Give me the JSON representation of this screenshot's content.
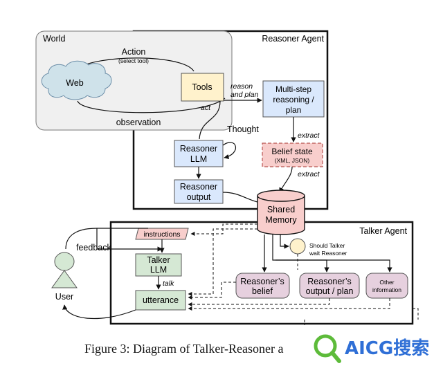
{
  "labels": {
    "world": "World",
    "reasoner_agent": "Reasoner Agent",
    "talker_agent": "Talker Agent",
    "action": "Action",
    "select_tool": "(select tool)",
    "web": "Web",
    "tools": "Tools",
    "act": "act",
    "observation": "observation",
    "reason_line1": "reason",
    "reason_line2": "and plan",
    "multistep_line1": "Multi-step",
    "multistep_line2": "reasoning /",
    "multistep_line3": "plan",
    "thought": "Thought",
    "extract1": "extract",
    "extract2": "extract",
    "belief_state": "Belief state",
    "belief_format": "(XML, JSON)",
    "reasoner_llm_line1": "Reasoner",
    "reasoner_llm_line2": "LLM",
    "reasoner_output_line1": "Reasoner",
    "reasoner_output_line2": "output",
    "shared_memory_line1": "Shared",
    "shared_memory_line2": "Memory",
    "instructions": "instructions",
    "feedback": "feedback",
    "should_talker_line1": "Should Talker",
    "should_talker_line2": "wait Reasoner",
    "talker_llm_line1": "Talker",
    "talker_llm_line2": "LLM",
    "talk": "talk",
    "utterance": "utterance",
    "user": "User",
    "reasoners_belief_line1": "Reasoner’s",
    "reasoners_belief_line2": "belief",
    "reasoners_output_line1": "Reasoner’s",
    "reasoners_output_line2": "output / plan",
    "other_info_line1": "Other",
    "other_info_line2": "information"
  },
  "caption": "Figure 3: Diagram of Talker-Reasoner a",
  "watermark": "AICG搜索",
  "colors": {
    "blue_box": "#dae8fc",
    "blue_stroke": "#6c8ebf",
    "yellow_box": "#fff2cc",
    "yellow_stroke": "#d6b656",
    "pink_box": "#f8cecc",
    "pink_stroke": "#b85450",
    "purple_box": "#e6d0de",
    "purple_stroke": "#996185",
    "green_box": "#d5e8d4",
    "green_stroke": "#82b366",
    "cloud_fill": "#cfe2ea",
    "world_fill": "#f0f0f0",
    "watermark_green": "#5dbb3a",
    "watermark_blue": "#2f6fd6"
  }
}
